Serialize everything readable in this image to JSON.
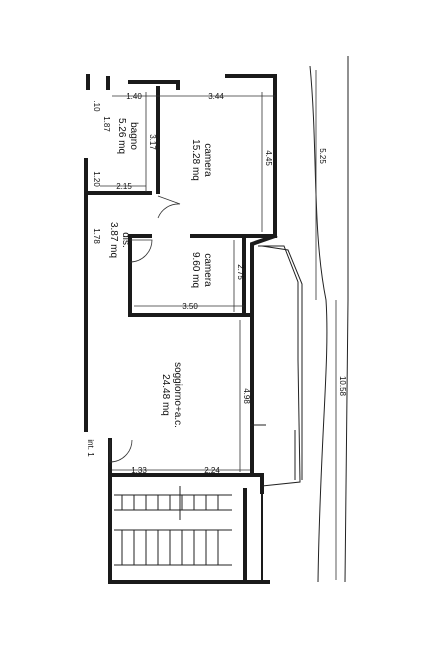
{
  "rooms": {
    "camera_large": {
      "name": "camera",
      "area": "15.28 mq"
    },
    "bagno": {
      "name": "bagno",
      "area": "5.26 mq"
    },
    "dis": {
      "name": "dis.",
      "area": "3.87 mq"
    },
    "camera_small": {
      "name": "camera",
      "area": "9.60 mq"
    },
    "soggiorno": {
      "name": "soggiorno+a.c.",
      "area": "24.48 mq"
    },
    "ingresso": {
      "name": "int. 1"
    }
  },
  "dimensions": {
    "d_10": ".10",
    "d_140": "1.40",
    "d_344": "3.44",
    "d_187": "1.87",
    "d_317": "3.17",
    "d_445": "4.45",
    "d_525": "5.25",
    "d_120": "1.20",
    "d_215": "2.15",
    "d_178": "1.78",
    "d_275": "2.75",
    "d_350": "3.50",
    "d_498": "4.98",
    "d_1058": "10.58",
    "d_133": "1.33",
    "d_224": "2.24",
    "d_int": "int. 1"
  }
}
